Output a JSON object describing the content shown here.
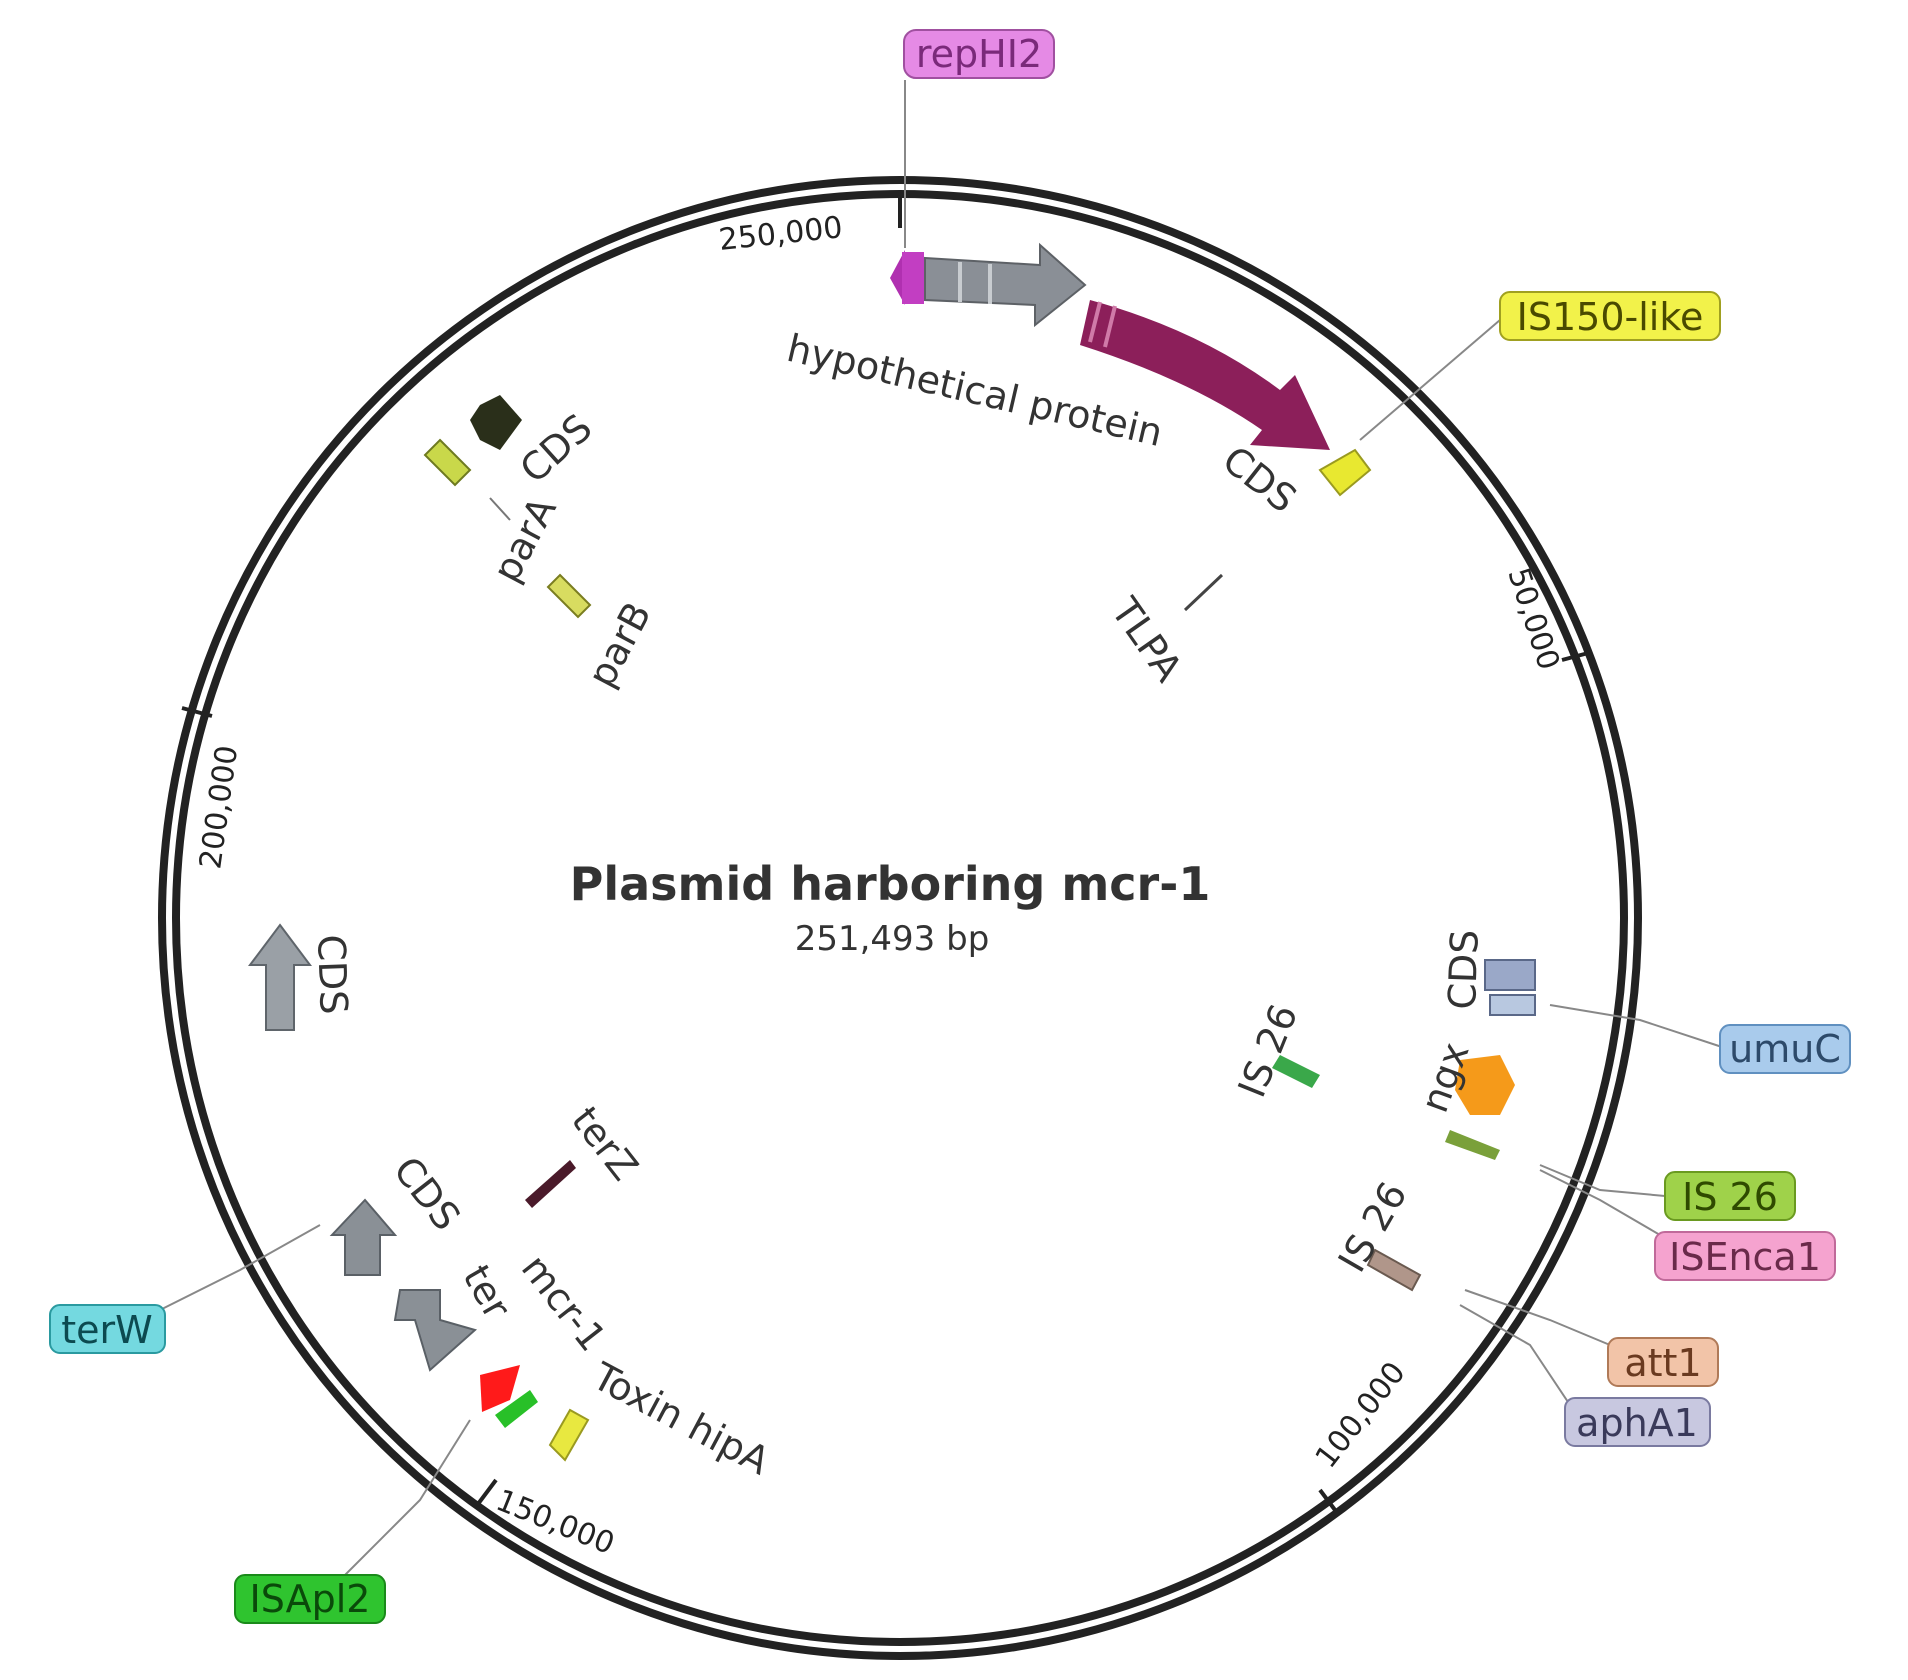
{
  "map": {
    "title": "Plasmid harboring mcr-1",
    "length": "251,493 bp"
  },
  "ticks": [
    "250,000",
    "50,000",
    "100,000",
    "150,000",
    "200,000"
  ],
  "features": [
    {
      "id": "hypothetical_protein",
      "label": "hypothetical protein"
    },
    {
      "id": "cds_top",
      "label": "CDS"
    },
    {
      "id": "tlpa",
      "label": "TLPA"
    },
    {
      "id": "cds_upper_left",
      "label": "CDS"
    },
    {
      "id": "para",
      "label": "parA"
    },
    {
      "id": "parb",
      "label": "parB"
    },
    {
      "id": "cds_left",
      "label": "CDS"
    },
    {
      "id": "terz",
      "label": "terZ"
    },
    {
      "id": "cds_lower_left",
      "label": "CDS"
    },
    {
      "id": "ter",
      "label": "ter"
    },
    {
      "id": "mcr1",
      "label": "mcr-1"
    },
    {
      "id": "toxin_hipa",
      "label": "Toxin hipA"
    },
    {
      "id": "cds_right",
      "label": "CDS"
    },
    {
      "id": "is26_inner",
      "label": "IS 26"
    },
    {
      "id": "ngx",
      "label": "ngx"
    },
    {
      "id": "is26_lower",
      "label": "IS 26"
    }
  ],
  "callouts": [
    {
      "id": "repHI2",
      "label": "repHI2",
      "color": "#e58ae5",
      "text_color": "#7a2a7a"
    },
    {
      "id": "is150",
      "label": "IS150-like",
      "color": "#f2f24a",
      "text_color": "#4a4a00"
    },
    {
      "id": "umuC",
      "label": "umuC",
      "color": "#a9cbec",
      "text_color": "#2d4a6a"
    },
    {
      "id": "is26_box",
      "label": "IS 26",
      "color": "#9fd24a",
      "text_color": "#2f4a00"
    },
    {
      "id": "isenca1",
      "label": "ISEnca1",
      "color": "#f5a3cf",
      "text_color": "#6a2a4a"
    },
    {
      "id": "att",
      "label": "att1",
      "color": "#f2c4a8",
      "text_color": "#6a3a20"
    },
    {
      "id": "apha1",
      "label": "aphA1",
      "color": "#c8c8e0",
      "text_color": "#3a3a5a"
    },
    {
      "id": "terw",
      "label": "terW",
      "color": "#74d9e0",
      "text_color": "#0c4a50"
    },
    {
      "id": "isapl",
      "label": "ISApl2",
      "color": "#2fc42f",
      "text_color": "#0a4a0a"
    }
  ]
}
